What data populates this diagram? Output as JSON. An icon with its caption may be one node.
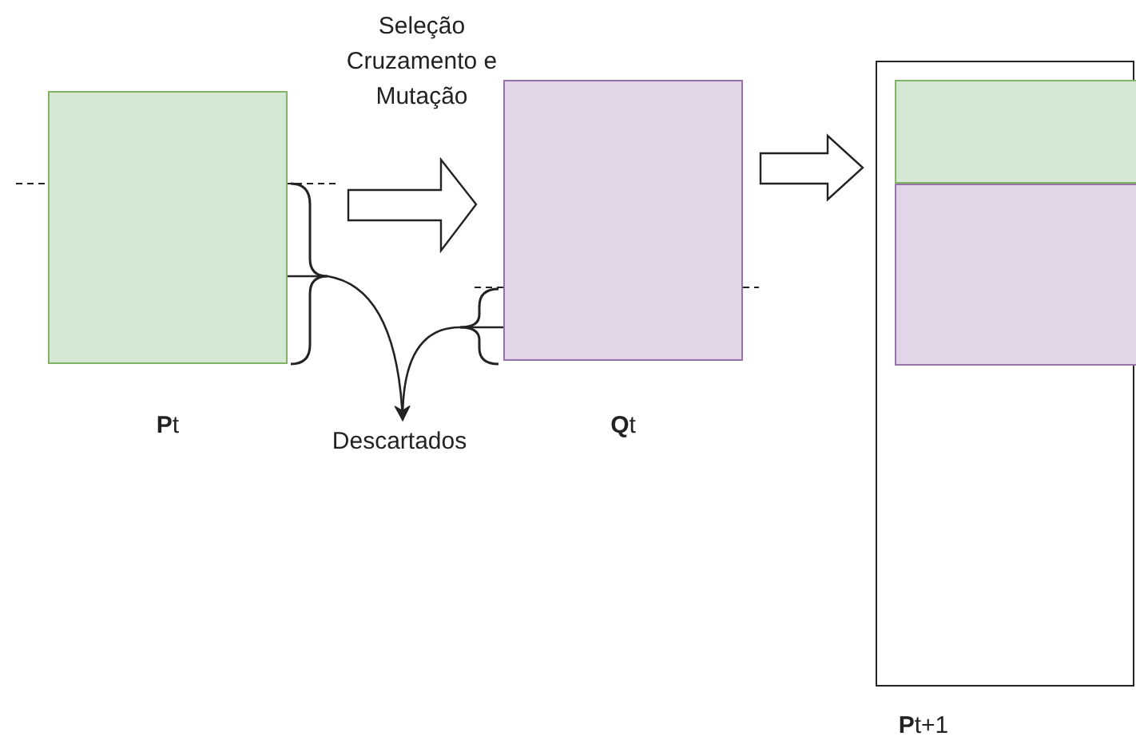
{
  "diagram": {
    "nodes": [
      {
        "text": [
          "**P**t"
        ]
      },
      {
        "text": [
          "**Q**t"
        ]
      },
      {
        "text": [
          "**P**t+1"
        ]
      },
      {
        "text": [],
        "shape": "box",
        "in": 2
      },
      {
        "text": [],
        "shape": "box",
        "in": 2
      },
      {
        "text": [
          "Descartados"
        ]
      }
    ],
    "edges": [
      {
        "from": 0,
        "to": 1,
        "arrow": "to",
        "label": "Seleção Cruzamento e Mutação"
      },
      {
        "from": 1,
        "to": 2,
        "arrow": "to"
      },
      {
        "from": 0,
        "to": 5,
        "arrow": "to"
      },
      {
        "from": 1,
        "to": 5,
        "arrow": "to"
      }
    ]
  }
}
